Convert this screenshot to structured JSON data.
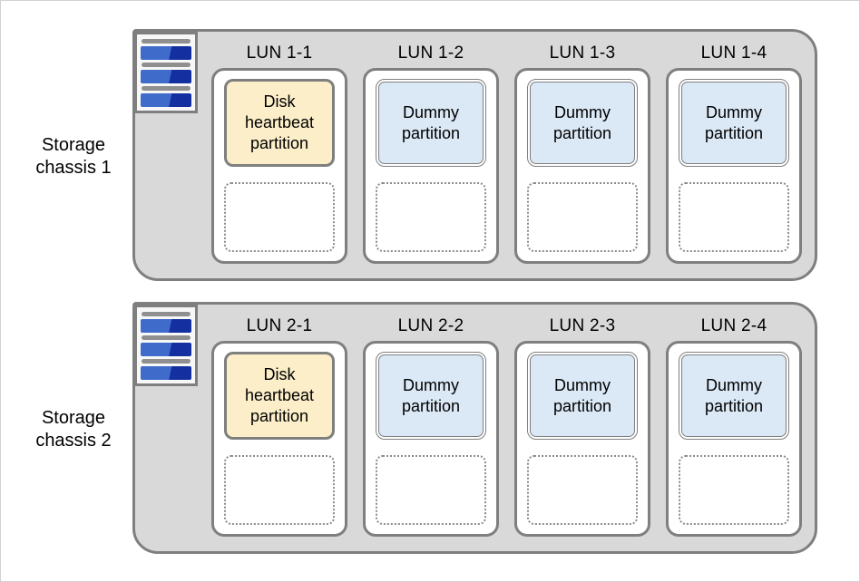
{
  "colors": {
    "chassis_fill": "#d9d9d9",
    "border_gray": "#7f7f7f",
    "outer_border": "#d2d2d2",
    "heartbeat_fill": "#fbeec8",
    "dummy_fill": "#dbe8f5",
    "dotted_gray": "#8c8c8c",
    "icon_gray": "#8f8f8f",
    "disk_blue_light": "#3f6ccb",
    "disk_blue_dark": "#132fa0"
  },
  "chassis": [
    {
      "label": "Storage chassis 1",
      "icon": "disk-array-icon",
      "luns": [
        {
          "label": "LUN 1-1",
          "partition_type": "heartbeat",
          "partition_text": "Disk heartbeat partition",
          "empty_slot": true
        },
        {
          "label": "LUN 1-2",
          "partition_type": "dummy",
          "partition_text": "Dummy partition",
          "empty_slot": true
        },
        {
          "label": "LUN 1-3",
          "partition_type": "dummy",
          "partition_text": "Dummy partition",
          "empty_slot": true
        },
        {
          "label": "LUN 1-4",
          "partition_type": "dummy",
          "partition_text": "Dummy partition",
          "empty_slot": true
        }
      ]
    },
    {
      "label": "Storage chassis 2",
      "icon": "disk-array-icon",
      "luns": [
        {
          "label": "LUN 2-1",
          "partition_type": "heartbeat",
          "partition_text": "Disk heartbeat partition",
          "empty_slot": true
        },
        {
          "label": "LUN 2-2",
          "partition_type": "dummy",
          "partition_text": "Dummy partition",
          "empty_slot": true
        },
        {
          "label": "LUN 2-3",
          "partition_type": "dummy",
          "partition_text": "Dummy partition",
          "empty_slot": true
        },
        {
          "label": "LUN 2-4",
          "partition_type": "dummy",
          "partition_text": "Dummy partition",
          "empty_slot": true
        }
      ]
    }
  ],
  "layout_tops": [
    31,
    332
  ]
}
